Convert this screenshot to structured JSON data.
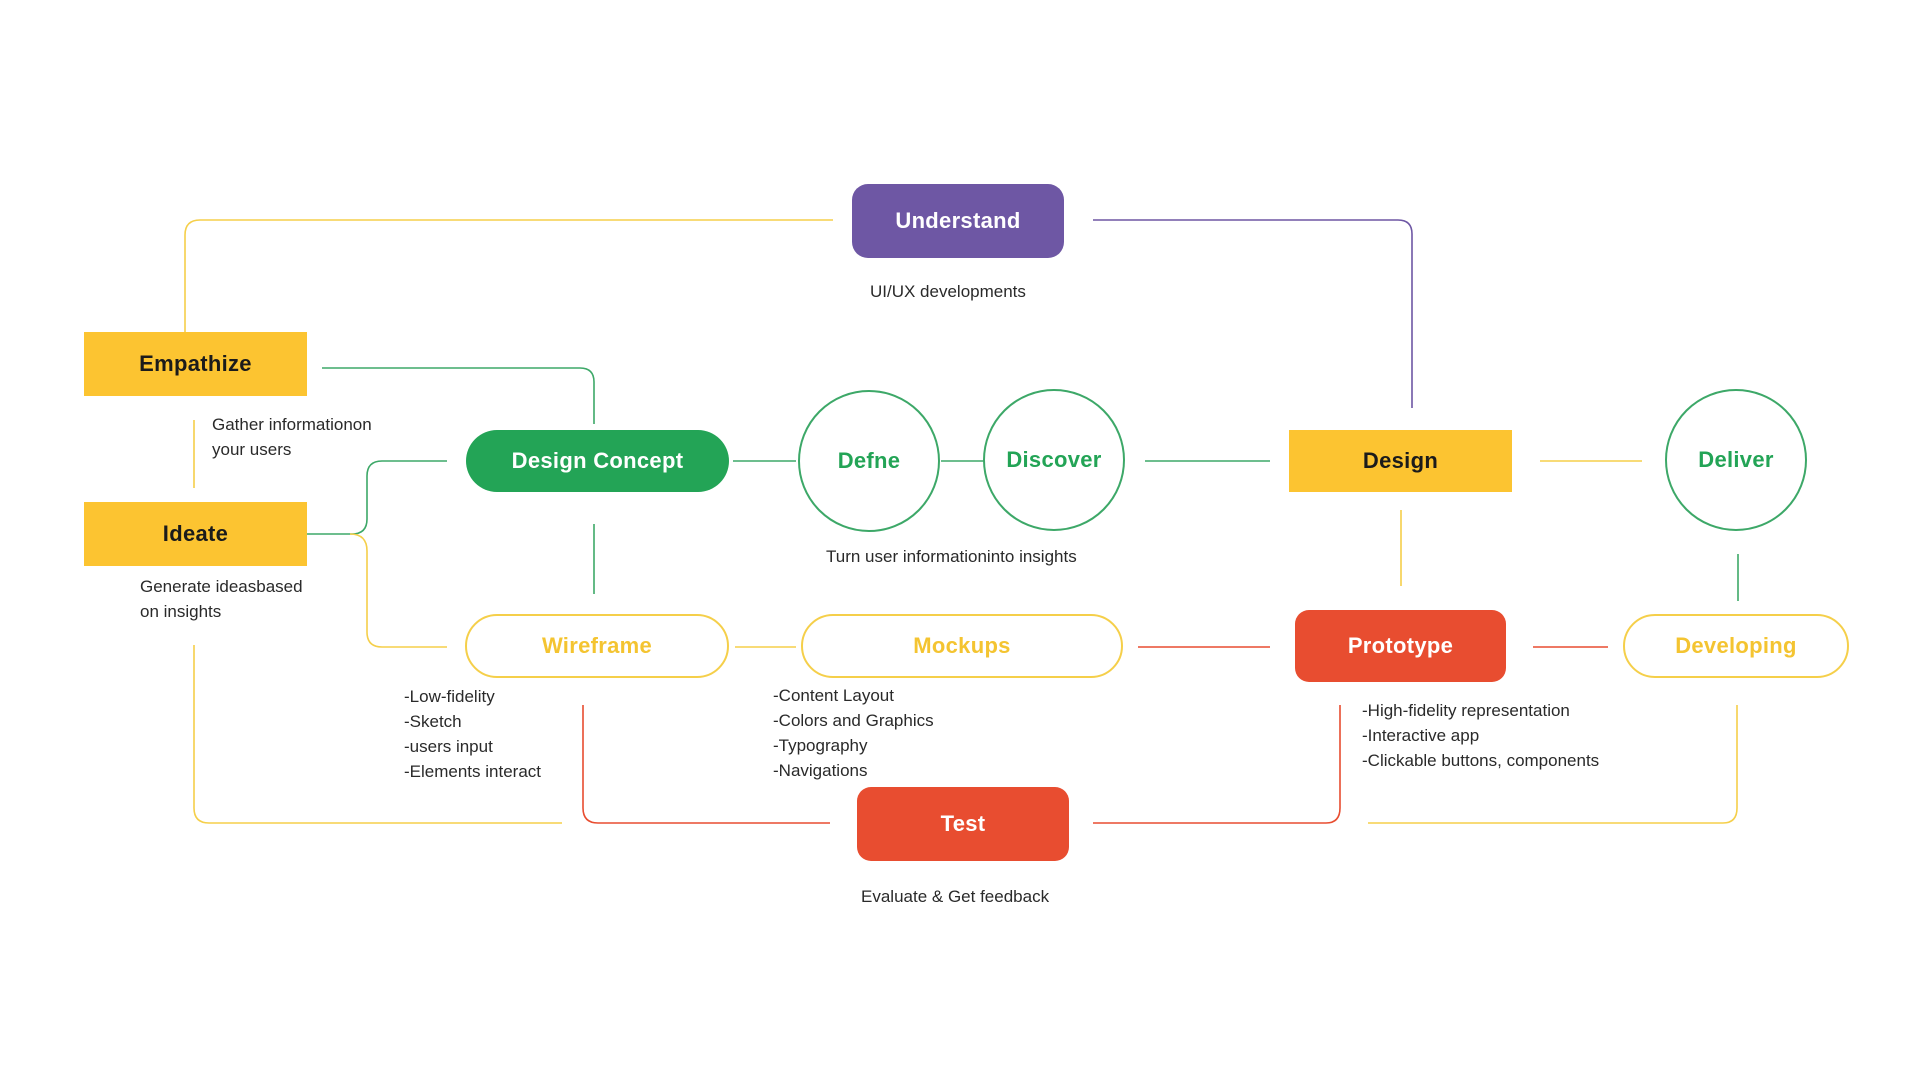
{
  "nodes": {
    "understand": "Understand",
    "empathize": "Empathize",
    "ideate": "Ideate",
    "design_concept": "Design Concept",
    "define": "Defne",
    "discover": "Discover",
    "design": "Design",
    "deliver": "Deliver",
    "wireframe": "Wireframe",
    "mockups": "Mockups",
    "prototype": "Prototype",
    "developing": "Developing",
    "test": "Test"
  },
  "notes": {
    "understand": "UI/UX developments",
    "empathize": [
      "Gather informationon",
      "your users"
    ],
    "ideate": [
      "Generate ideasbased",
      "on insights"
    ],
    "define_discover": "Turn user informationinto insights",
    "wireframe": [
      "-Low-fidelity",
      "-Sketch",
      "-users input",
      "-Elements interact"
    ],
    "mockups": [
      "-Content Layout",
      "-Colors and Graphics",
      "-Typography",
      "-Navigations"
    ],
    "prototype": [
      "-High-fidelity representation",
      "-Interactive app",
      "-Clickable buttons, components"
    ],
    "test": "Evaluate & Get feedback"
  },
  "colors": {
    "yellow": "#fcc431",
    "purple": "#6e57a4",
    "green": "#23a456",
    "red": "#e84d30",
    "line_yellow": "#f5cf4a",
    "line_green": "#3da868",
    "line_purple": "#6e57a4",
    "line_red": "#e84d30"
  }
}
